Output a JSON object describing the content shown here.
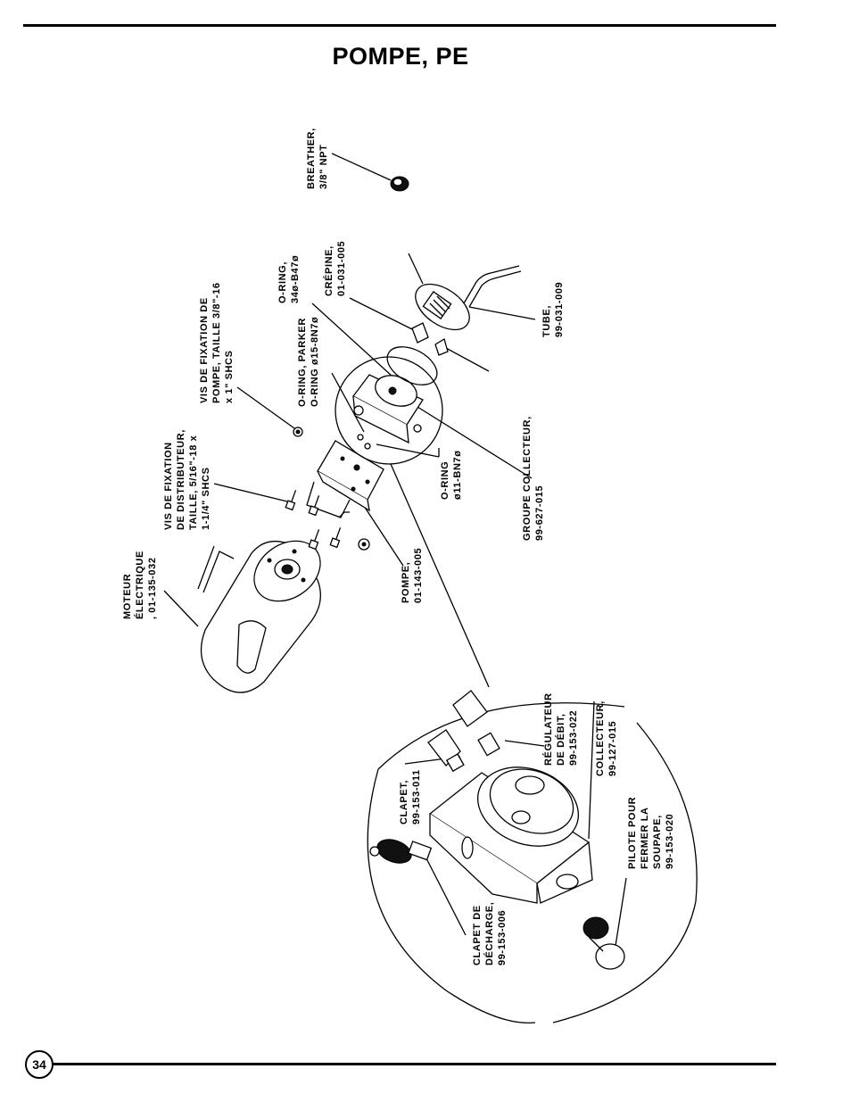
{
  "page": {
    "title": "POMPE, PE",
    "number": "34"
  },
  "labels": {
    "breather": [
      "BREATHER,",
      "3/8\" NPT"
    ],
    "o_ring_34": [
      "O-RING,",
      "34ø-B47ø"
    ],
    "crepine": [
      "CRÉPINE,",
      "01-031-005"
    ],
    "vis_pompe": [
      "VIS DE FIXATION DE",
      "POMPE, TAILLE  3/8\"-16",
      "x 1\" SHCS"
    ],
    "o_ring_parker": [
      "O-RING,  PARKER",
      "O-RING  ø15-8N7ø"
    ],
    "tube": [
      "TUBE,",
      "99-031-009"
    ],
    "vis_distributeur": [
      "VIS DE FIXATION",
      "DE  DISTRIBUTEUR,",
      "TAILLE, 5/16\"-18  x",
      "1-1/4\" SHCS"
    ],
    "moteur": [
      "MOTEUR",
      "ÉLECTRIQUE",
      ", 01-135-032"
    ],
    "o_ring_11": [
      "O-RING",
      "ø11-BN7ø"
    ],
    "groupe_collecteur": [
      "GROUPE  COLLECTEUR,",
      "99-627-015"
    ],
    "pompe": [
      "POMPE,",
      "01-143-005"
    ],
    "regulateur": [
      "RÉGULATEUR",
      "DE DÉBIT,",
      "99-153-022"
    ],
    "collecteur": [
      "COLLECTEUR,",
      "99-127-015"
    ],
    "clapet": [
      "CLAPET,",
      "99-153-011"
    ],
    "pilote": [
      "PILOTE  POUR",
      "FERMER LA",
      "SOUPAPE,",
      "99-153-020"
    ],
    "clapet_decharge": [
      "CLAPET DE",
      "DÉCHARGE,",
      "99-153-006"
    ]
  }
}
